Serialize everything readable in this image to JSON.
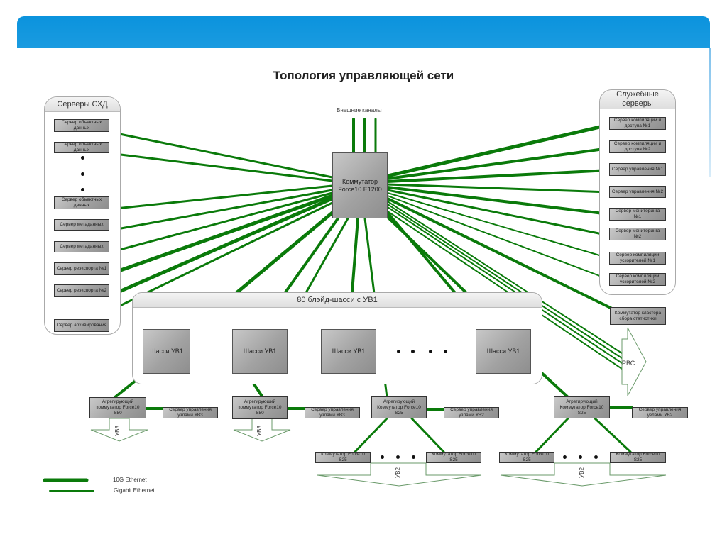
{
  "title": "Топология управляющей сети",
  "colors": {
    "banner": "#0b93dd",
    "link": "#0a7a0a",
    "box": "#a8a8a8"
  },
  "core_switch": {
    "label": "Коммутатор Force10 E1200"
  },
  "external_channels": {
    "label": "Внешние каналы",
    "count": 3
  },
  "storage_group": {
    "title": "Серверы СХД",
    "servers": [
      "Сервер объектных данных",
      "Сервер объектных данных",
      "Сервер объектных данных",
      "Сервер метаданных",
      "Сервер метаданных",
      "Сервер реэкспорта №1",
      "Сервер реэкспорта №2",
      "Сервер архивирования"
    ]
  },
  "service_group": {
    "title": "Служебные серверы",
    "servers": [
      "Сервер компиляции и доступа №1",
      "Сервер компиляции и доступа №2",
      "Сервер управления №1",
      "Сервер управления №2",
      "Сервер мониторинга №1",
      "Сервер мониторинга №2",
      "Сервер компиляции ускорителей №1",
      "Сервер компиляции ускорителей №2"
    ]
  },
  "stats_switch": {
    "label": "Коммутатор кластера сбора статистики"
  },
  "rvs_arrow": {
    "label": "РВС"
  },
  "chassis_group": {
    "title": "80 блэйд-шасси с УВ1",
    "chassis": [
      "Шасси УВ1",
      "Шасси УВ1",
      "Шасси УВ1",
      "Шасси УВ1"
    ]
  },
  "aggregators": [
    {
      "label": "Агрегирующий коммутатор Force10 S50",
      "server": "Сервер управления узлами УВ3",
      "arrow": "УВ3"
    },
    {
      "label": "Агрегирующий коммутатор Force10 S50",
      "server": "Сервер управления узлами УВ3",
      "arrow": "УВ3"
    },
    {
      "label": "Агрегирующий Коммутатор Force10 S25",
      "server": "Сервер управления узлами УВ2",
      "arrow": "УВ2",
      "switches": [
        "Коммутатор Force10 S25",
        "Коммутатор Force10 S25"
      ]
    },
    {
      "label": "Агрегирующий Коммутатор Force10 S25",
      "server": "Сервер управления узлами УВ2",
      "arrow": "УВ2",
      "switches": [
        "Коммутатор Force10 S25",
        "Коммутатор Force10 S25"
      ]
    }
  ],
  "legend": [
    {
      "label": "10G Ethernet",
      "type": "thick"
    },
    {
      "label": "Gigabit Ethernet",
      "type": "thin"
    }
  ]
}
